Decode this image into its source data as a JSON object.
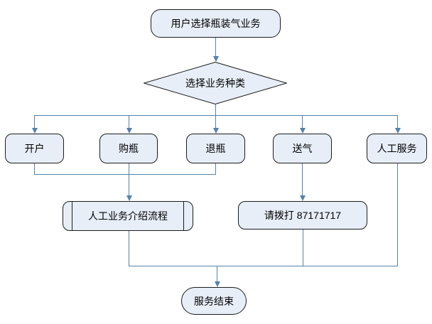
{
  "diagram": {
    "type": "flowchart",
    "colors": {
      "node_fill": "#e7eef8",
      "node_border": "#1c1c1c",
      "connector": "#5581ad",
      "text": "#000000",
      "bg": "#ffffff"
    },
    "nodes": {
      "start": {
        "label": "用户选择瓶装气业务",
        "shape": "terminator"
      },
      "decision": {
        "label": "选择业务种类",
        "shape": "decision"
      },
      "open_account": {
        "label": "开户",
        "shape": "process"
      },
      "buy_bottle": {
        "label": "购瓶",
        "shape": "process"
      },
      "return_bottle": {
        "label": "退瓶",
        "shape": "process"
      },
      "gas_delivery": {
        "label": "送气",
        "shape": "process"
      },
      "manual_service": {
        "label": "人工服务",
        "shape": "process"
      },
      "intro_process": {
        "label": "人工业务介绍流程",
        "shape": "predefined_process"
      },
      "call_number": {
        "label": "请拨打 87171717",
        "shape": "process"
      },
      "end": {
        "label": "服务结束",
        "shape": "terminator"
      }
    },
    "edges": [
      {
        "from": "start",
        "to": "decision"
      },
      {
        "from": "decision",
        "to": "open_account"
      },
      {
        "from": "decision",
        "to": "buy_bottle"
      },
      {
        "from": "decision",
        "to": "return_bottle"
      },
      {
        "from": "decision",
        "to": "gas_delivery"
      },
      {
        "from": "decision",
        "to": "manual_service"
      },
      {
        "from": "open_account",
        "to": "intro_process"
      },
      {
        "from": "buy_bottle",
        "to": "intro_process"
      },
      {
        "from": "return_bottle",
        "to": "intro_process"
      },
      {
        "from": "gas_delivery",
        "to": "call_number"
      },
      {
        "from": "intro_process",
        "to": "end"
      },
      {
        "from": "call_number",
        "to": "end"
      },
      {
        "from": "manual_service",
        "to": "end"
      }
    ]
  }
}
